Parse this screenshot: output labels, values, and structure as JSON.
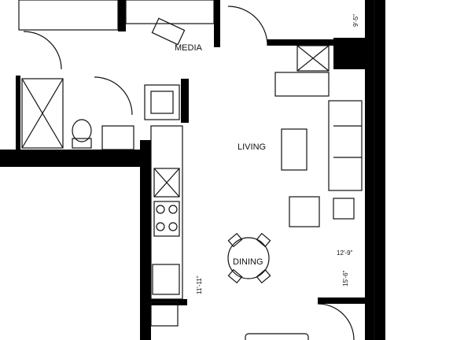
{
  "rooms": {
    "media": "MEDIA",
    "living": "LIVING",
    "dining": "DINING"
  },
  "dimensions": {
    "media_width": "9'-5\"",
    "living_width": "12'-9\"",
    "living_length": "15'-6\"",
    "kitchen_length": "11'-11\""
  },
  "colors": {
    "wall": "#000000",
    "line": "#111111",
    "background": "#ffffff"
  }
}
